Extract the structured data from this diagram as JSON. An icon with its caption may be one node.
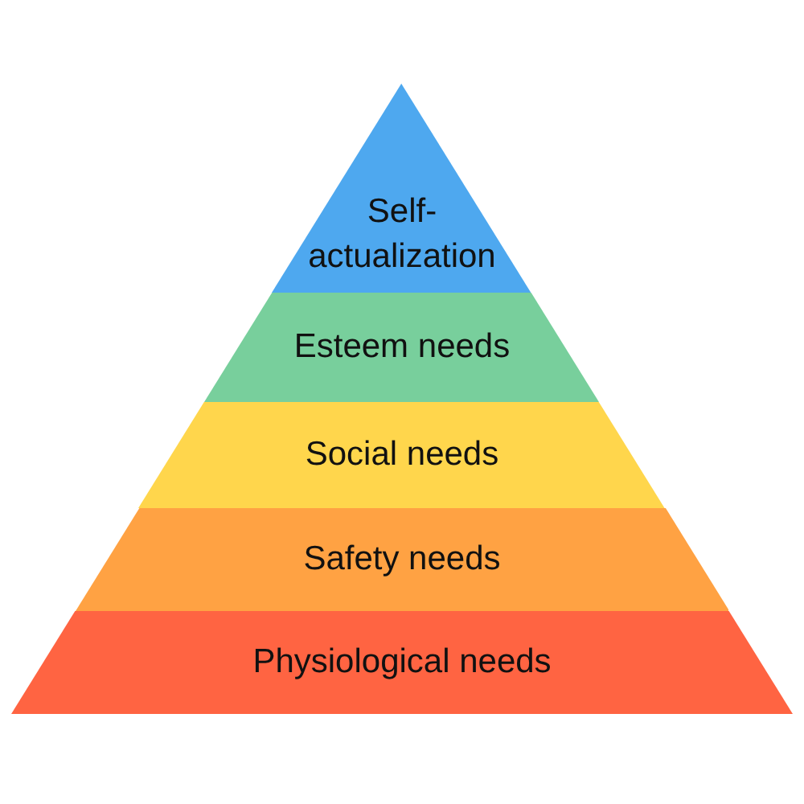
{
  "diagram": {
    "nodes": [
      {
        "text": [
          "Self-actualization"
        ]
      },
      {
        "text": [
          "Esteem needs"
        ]
      },
      {
        "text": [
          "Social needs"
        ]
      },
      {
        "text": [
          "Safety needs"
        ]
      },
      {
        "text": [
          "Physiological needs"
        ]
      }
    ]
  }
}
